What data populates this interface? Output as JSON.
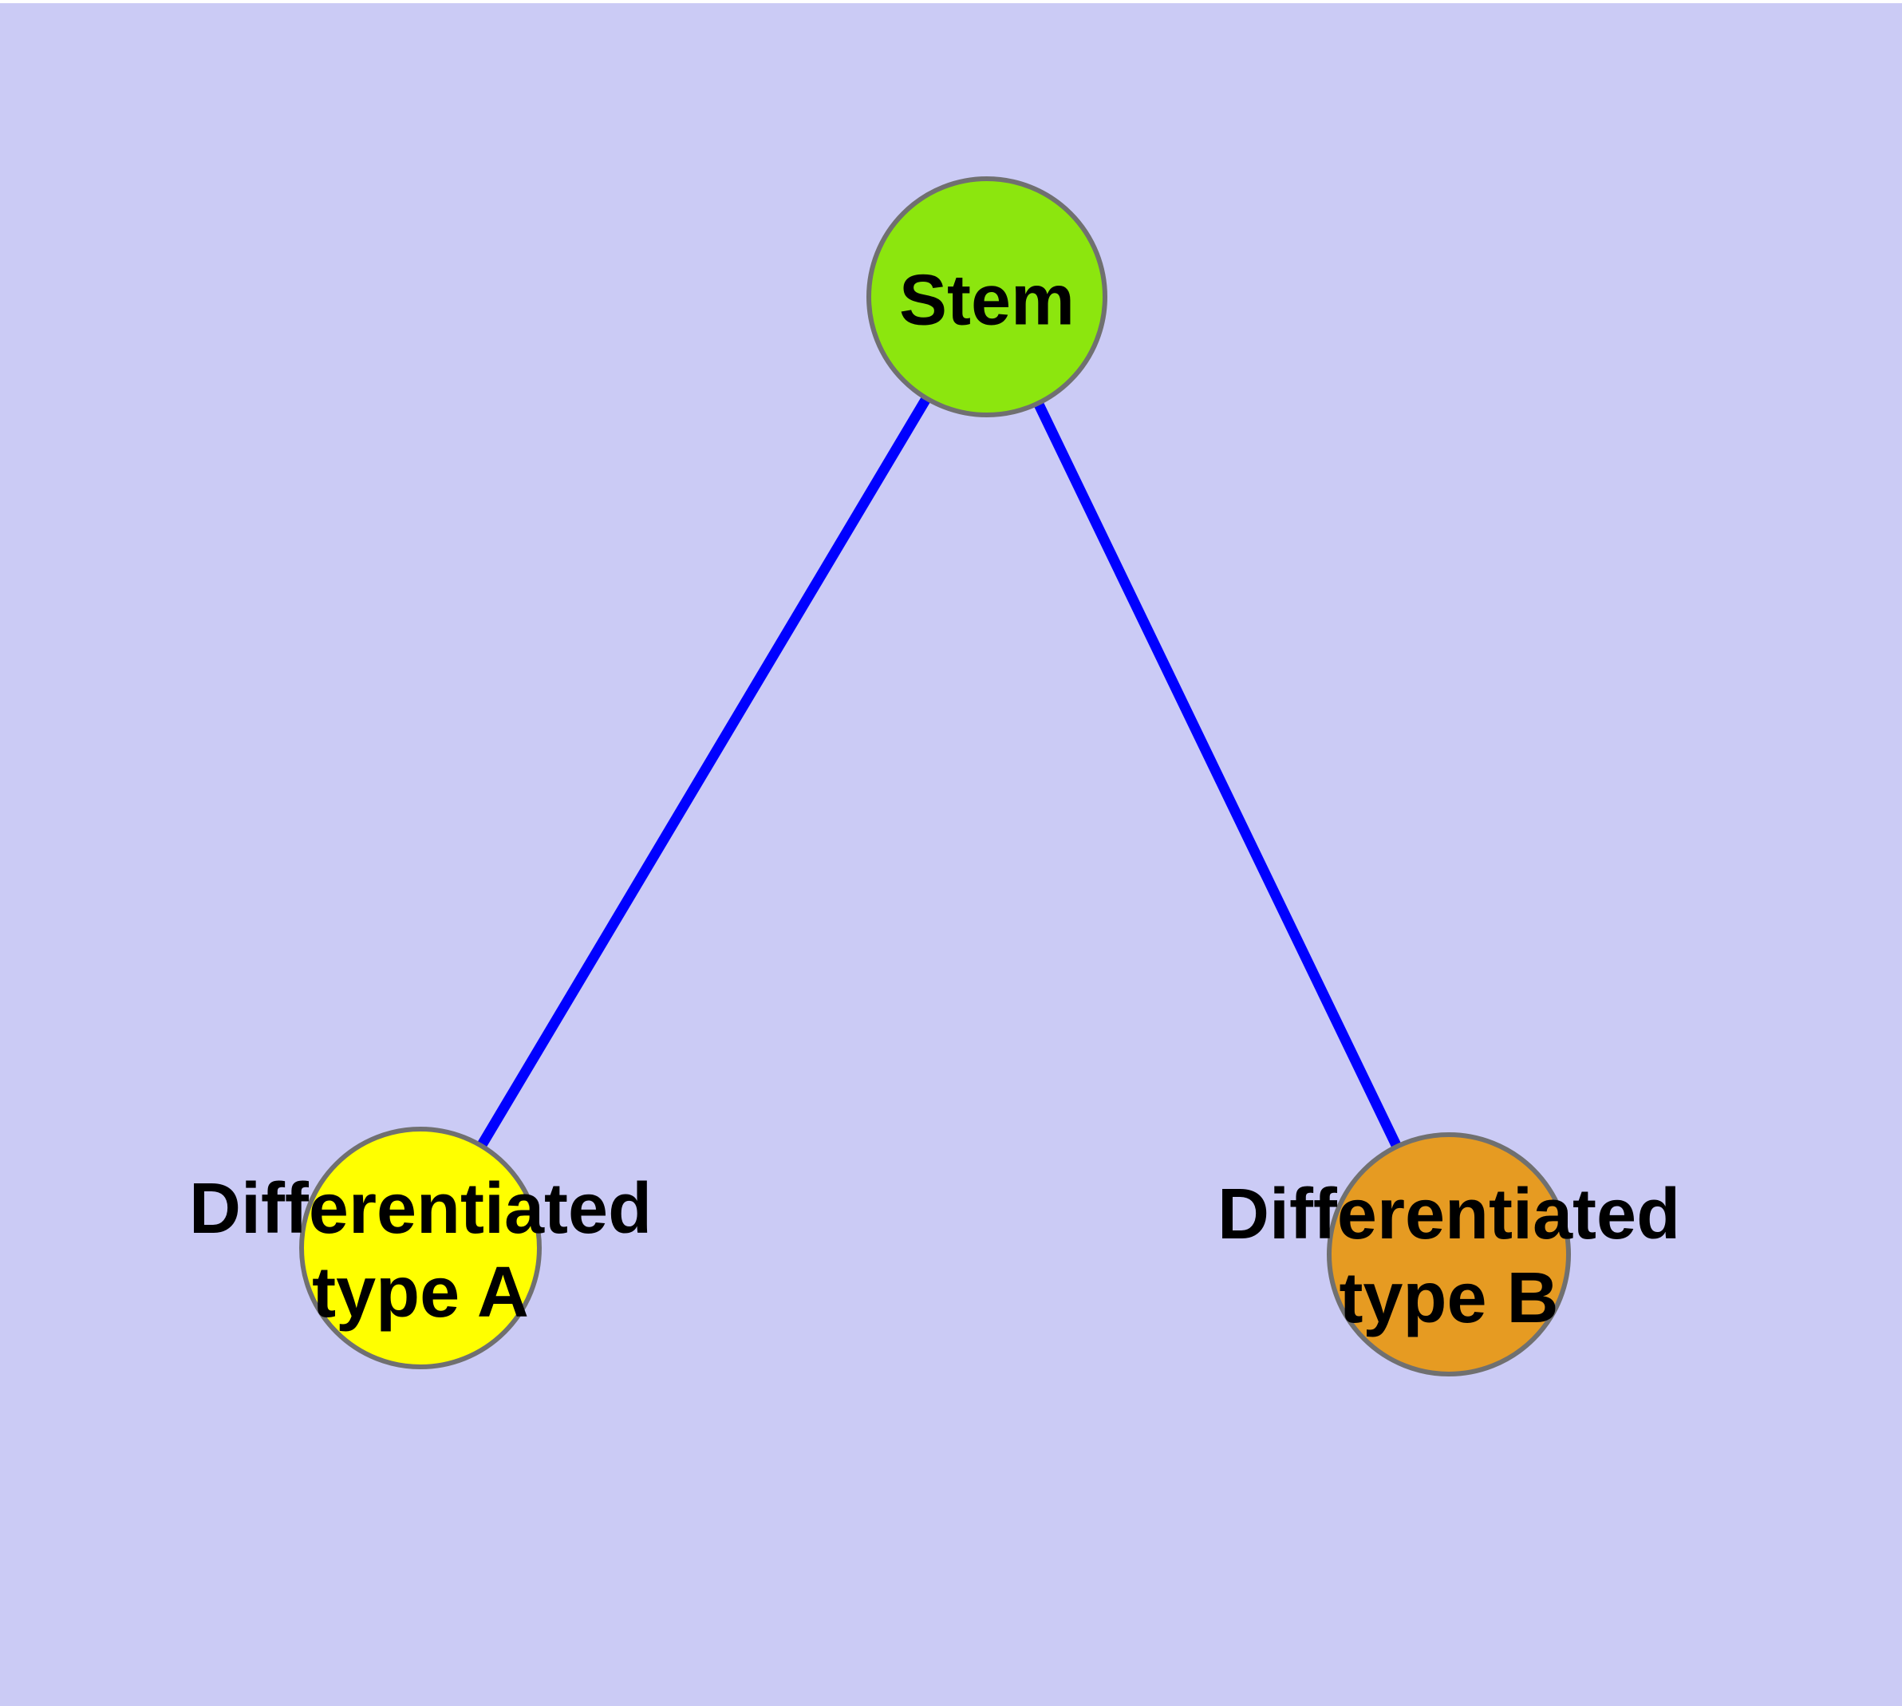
{
  "canvas": {
    "background": "#cbcbf5",
    "top_strip_color": "#ffffff"
  },
  "graph": {
    "title": "",
    "nodes": [
      {
        "id": "stem",
        "label": "Stem",
        "fill_color": "#8ce60e",
        "border_color": "#707070",
        "text_color": "#000000"
      },
      {
        "id": "differentiated-type-a",
        "label_line1": "Differentiated",
        "label_line2": "type A",
        "fill_color": "#ffff00",
        "border_color": "#707070",
        "text_color": "#000000"
      },
      {
        "id": "differentiated-type-b",
        "label_line1": "Differentiated",
        "label_line2": "type B",
        "fill_color": "#e69b22",
        "border_color": "#707070",
        "text_color": "#000000"
      }
    ],
    "edges": [
      {
        "from": "stem",
        "to": "differentiated-type-a",
        "color": "#0000ff"
      },
      {
        "from": "stem",
        "to": "differentiated-type-b",
        "color": "#0000ff"
      }
    ]
  }
}
